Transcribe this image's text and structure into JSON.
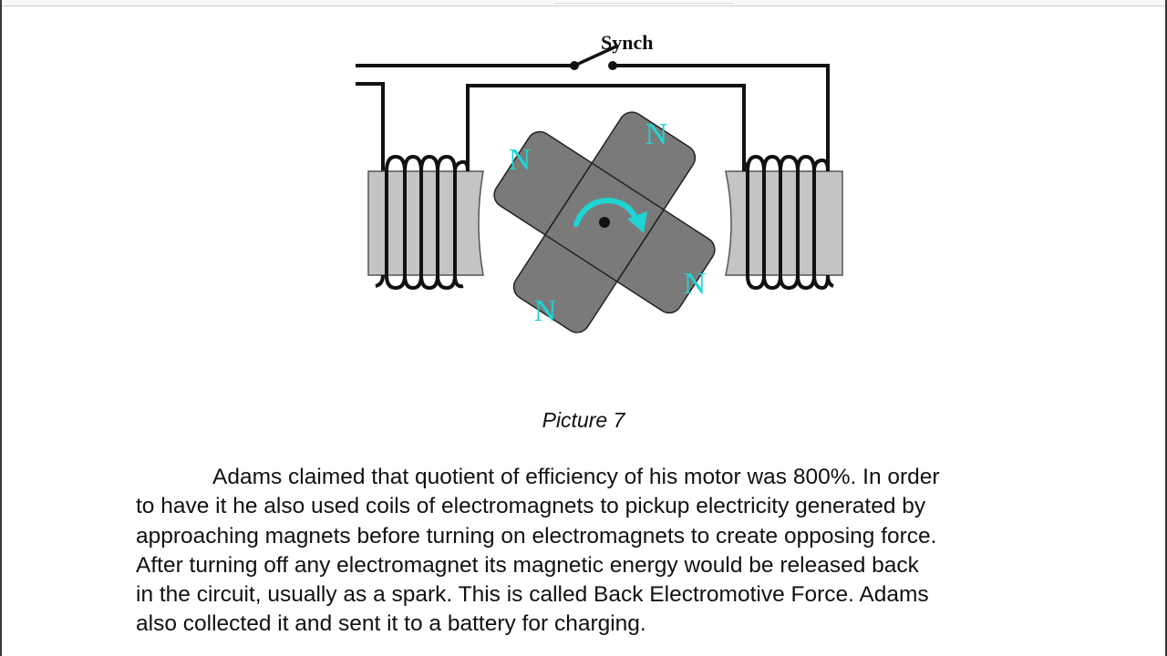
{
  "figure": {
    "switch_label": "Synch",
    "pole_labels": [
      "N",
      "N",
      "N",
      "N"
    ],
    "magnet_color": "#7a7a7a",
    "core_color": "#c4c4c4",
    "label_color": "#1fd4d4",
    "rotation_arrow_icon": "clockwise-arrow-icon"
  },
  "caption": "Picture 7",
  "paragraph": {
    "lines": [
      "Adams claimed that quotient of efficiency of his motor was 800%. In order",
      "to have it he also used coils of electromagnets to pickup electricity generated by",
      "approaching magnets before turning on electromagnets to create opposing force.",
      "After turning off any electromagnet its magnetic energy would be released back",
      "in the circuit, usually as a spark. This is called Back Electromotive Force. Adams",
      "also collected it and sent it to a battery for charging."
    ]
  }
}
